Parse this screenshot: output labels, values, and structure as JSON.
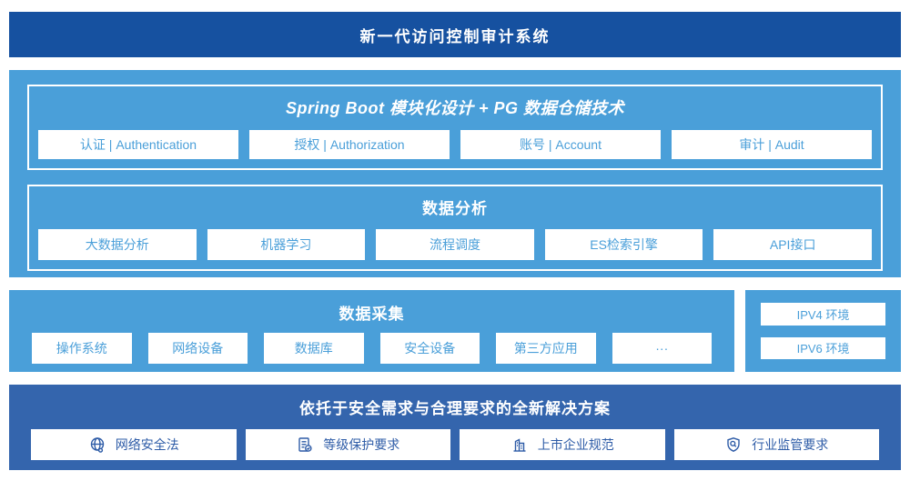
{
  "colors": {
    "navy": "#1651a0",
    "blue": "#4a9fd9",
    "solution_bg": "#3465ad",
    "box_text": "#4a9fd9",
    "solution_text": "#2e5ca7"
  },
  "header": {
    "title": "新一代访问控制审计系统"
  },
  "platform": {
    "spring": {
      "title": "Spring Boot 模块化设计 + PG 数据仓储技术",
      "modules": [
        "认证 | Authentication",
        "授权 | Authorization",
        "账号 | Account",
        "审计 | Audit"
      ]
    },
    "analysis": {
      "title": "数据分析",
      "modules": [
        "大数据分析",
        "机器学习",
        "流程调度",
        "ES检索引擎",
        "API接口"
      ]
    }
  },
  "collection": {
    "title": "数据采集",
    "modules": [
      "操作系统",
      "网络设备",
      "数据库",
      "安全设备",
      "第三方应用",
      "···"
    ]
  },
  "environments": {
    "items": [
      "IPV4 环境",
      "IPV6 环境"
    ]
  },
  "solution": {
    "title": "依托于安全需求与合理要求的全新解决方案",
    "items": [
      {
        "icon": "globe-icon",
        "label": "网络安全法"
      },
      {
        "icon": "doc-check-icon",
        "label": "等级保护要求"
      },
      {
        "icon": "building-icon",
        "label": "上市企业规范"
      },
      {
        "icon": "shield-search-icon",
        "label": "行业监管要求"
      }
    ]
  }
}
